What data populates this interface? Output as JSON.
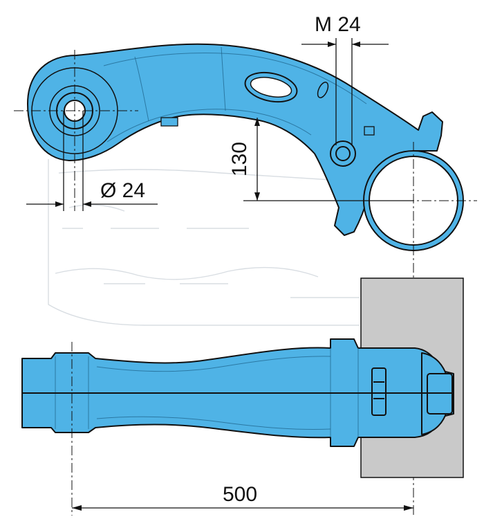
{
  "dimensions": {
    "thread": "M 24",
    "bore": "Ø 24",
    "offset": "130",
    "length": "500"
  },
  "colors": {
    "part": "#4fb3e6",
    "frame": "#c9c9c9",
    "line": "#111111"
  }
}
